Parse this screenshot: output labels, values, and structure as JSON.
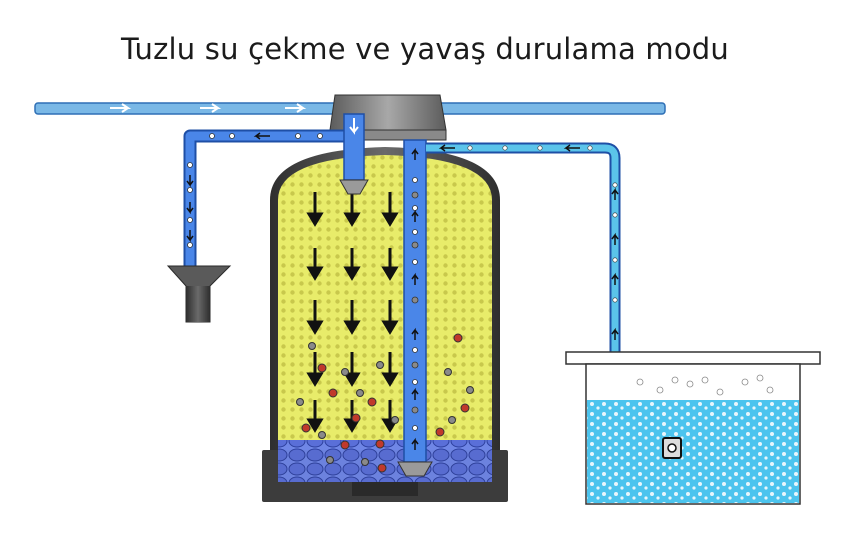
{
  "title": "Tuzlu su çekme ve yavaş durulama modu",
  "colors": {
    "pipe": "#4a86e8",
    "pipe_edge": "#1e4fa6",
    "inlet_pipe": "#7ab8e6",
    "brine_pipe": "#5bc4ea",
    "resin": "#e8ec6a",
    "resin_dot": "#c8c84c",
    "tank_body": "#4a4a4a",
    "tank_base": "#3c3c3c",
    "gravel": "#5a6fd8",
    "brine_water": "#4cc4ee",
    "drain_funnel": "#555555",
    "valve_head": "#7d7d7d",
    "arrow": "#111111",
    "ion_red": "#c0392b",
    "ion_grey": "#6b6b6b"
  },
  "components": [
    "valve-head",
    "inlet-pipe",
    "drain-line",
    "drain-funnel",
    "resin-tank",
    "distributor-tube",
    "brine-line",
    "brine-tank",
    "brine-valve"
  ],
  "flow": {
    "inlet": "right",
    "resin_bed": "down",
    "riser_tube": "up",
    "drain_line": "down",
    "brine_line": "left"
  }
}
